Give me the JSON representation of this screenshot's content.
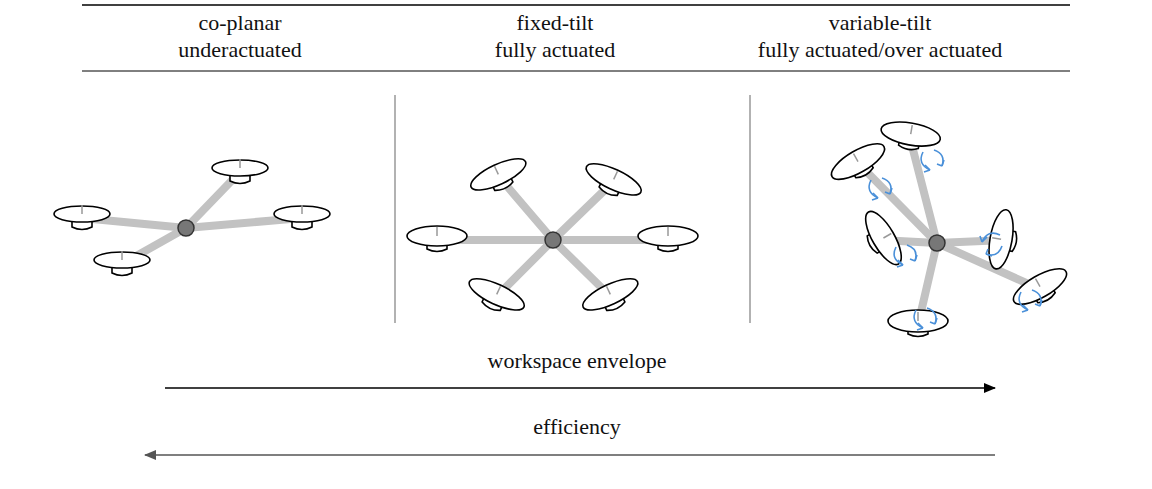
{
  "diagram": {
    "labels": [
      "co-planar",
      "underactuated",
      "fixed-tilt",
      "fully actuated",
      "variable-tilt",
      "fully actuated/over actuated",
      "workspace envelope",
      "efficiency"
    ]
  }
}
